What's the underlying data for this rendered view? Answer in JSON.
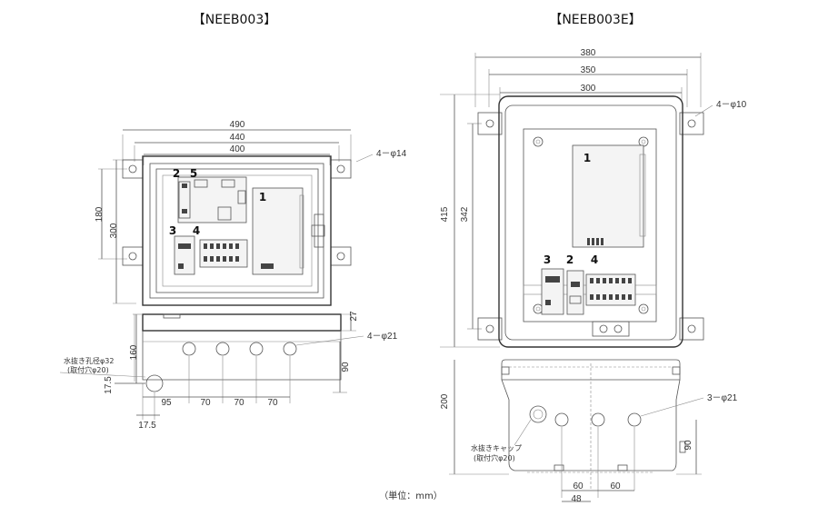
{
  "left": {
    "title": "【NEEB003】",
    "dims": {
      "w490": "490",
      "w440": "440",
      "w400": "400",
      "h180": "180",
      "h300": "300",
      "holes_top": "4－φ14",
      "h160": "160",
      "h27": "27",
      "h90": "90",
      "h17_5": "17.5",
      "b95": "95",
      "b70a": "70",
      "b70b": "70",
      "b70c": "70",
      "b17_5": "17.5",
      "holes_bottom": "4－φ21",
      "drain_line1": "水抜き孔径φ32",
      "drain_line2": "(取付穴φ20)"
    },
    "labels": {
      "n1": "1",
      "n2": "2",
      "n3": "3",
      "n4": "4",
      "n5": "5"
    }
  },
  "right": {
    "title": "【NEEB003E】",
    "dims": {
      "w380": "380",
      "w350": "350",
      "w300": "300",
      "h415": "415",
      "h342": "342",
      "holes_top": "4－φ10",
      "h200": "200",
      "h90": "90",
      "holes_bottom": "3－φ21",
      "b60a": "60",
      "b60b": "60",
      "b48": "48",
      "cap_line1": "水抜きキャップ",
      "cap_line2": "(取付穴φ20)"
    },
    "labels": {
      "n1": "1",
      "n2": "2",
      "n3": "3",
      "n4": "4"
    }
  },
  "unit_note": "（単位：mm）",
  "colors": {
    "line": "#555555",
    "text": "#222222",
    "device": "#f4f4f4"
  }
}
